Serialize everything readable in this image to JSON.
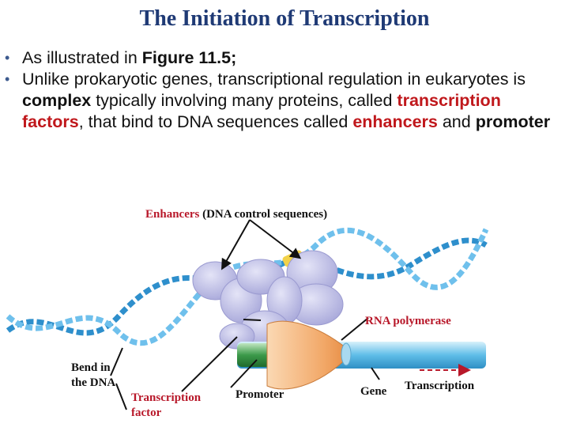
{
  "title": "The Initiation of Transcription",
  "bullets": [
    {
      "segments": [
        {
          "text": "As illustrated in ",
          "style": "plain"
        },
        {
          "text": "Figure 11.5;",
          "style": "bold"
        }
      ]
    },
    {
      "segments": [
        {
          "text": "Unlike prokaryotic genes, transcriptional regulation in eukaryotes is ",
          "style": "plain"
        },
        {
          "text": "complex",
          "style": "bold"
        },
        {
          "text": " typically involving many proteins, called ",
          "style": "plain"
        },
        {
          "text": "transcription factors",
          "style": "red"
        },
        {
          "text": ", that bind to DNA sequences called ",
          "style": "plain"
        },
        {
          "text": "enhancers",
          "style": "red"
        },
        {
          "text": " and ",
          "style": "plain"
        },
        {
          "text": "promoter",
          "style": "bold"
        }
      ]
    }
  ],
  "figure": {
    "enhancers_label": "Enhancers",
    "enhancers_note": "(DNA control sequences)",
    "rna_polymerase": "RNA polymerase",
    "bend_label": "Bend in the DNA",
    "transcription_factor": "Transcription factor",
    "promoter": "Promoter",
    "gene": "Gene",
    "transcription": "Transcription",
    "colors": {
      "dna_strand": "#3aa0d8",
      "protein": "#b9b9e4",
      "enhancer": "#f2d24a",
      "promoter": "#3c9a4a",
      "gene": "#8ed0ef",
      "polymerase": "#f4b37a",
      "label_red": "#b8182a"
    }
  }
}
